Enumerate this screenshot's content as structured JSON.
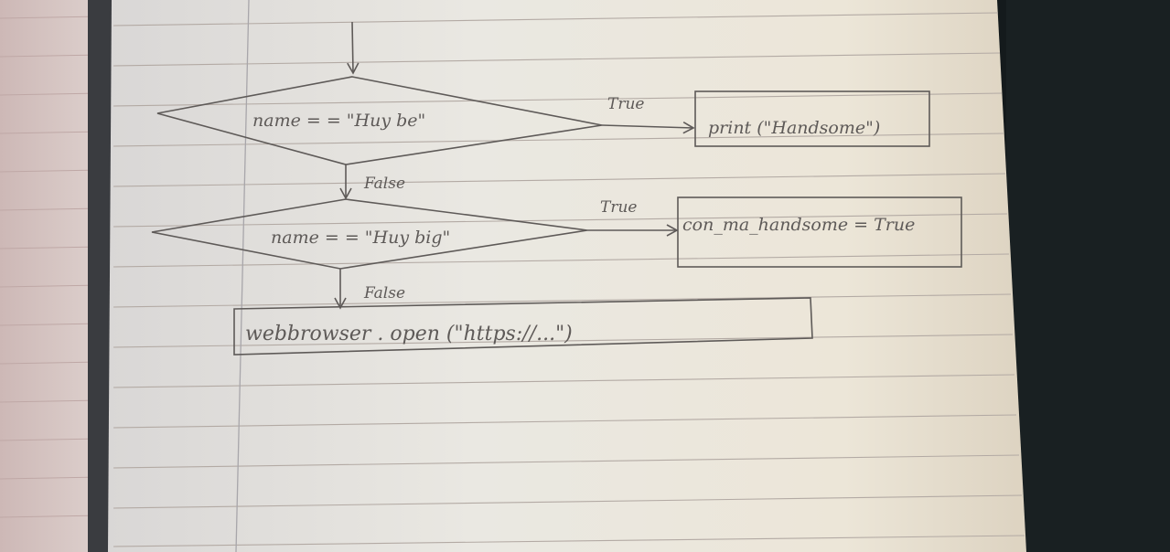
{
  "flowchart": {
    "decision_1": {
      "label": "name = = \"Huy be\""
    },
    "decision_2": {
      "label": "name = = \"Huy big\""
    },
    "action_1": {
      "label": "print (\"Handsome\")"
    },
    "action_2": {
      "label": "con_ma_handsome = True"
    },
    "action_3": {
      "label": "webbrowser . open   (\"https://...\")"
    },
    "edge_labels": {
      "d1_true": "True",
      "d1_false": "False",
      "d2_true": "True",
      "d2_false": "False"
    }
  },
  "colors": {
    "paper": "#eae6dc",
    "left_page": "#d7c7c4",
    "ruled_line": "#b3aaa4",
    "margin_line": "#a8a6aa",
    "pencil": "#5e5a58",
    "background": "#141a1c"
  }
}
